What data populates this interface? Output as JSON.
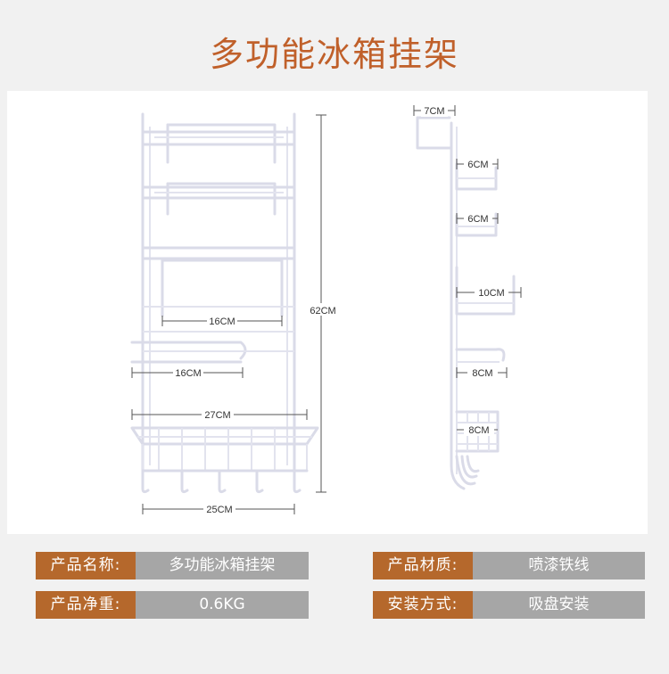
{
  "title": "多功能冰箱挂架",
  "dimensions": {
    "front_height": "62CM",
    "front_shelf_width_1": "16CM",
    "front_shelf_width_2": "16CM",
    "basket_width": "27CM",
    "hook_span": "25CM",
    "side_top_hook": "7CM",
    "side_shelf_1": "6CM",
    "side_shelf_2": "6CM",
    "side_shelf_3": "10CM",
    "side_towel_bar": "8CM",
    "side_basket": "8CM"
  },
  "specs": [
    {
      "label": "产品名称:",
      "value": "多功能冰箱挂架"
    },
    {
      "label": "产品材质:",
      "value": "喷漆铁线"
    },
    {
      "label": "产品净重:",
      "value": "0.6KG"
    },
    {
      "label": "安装方式:",
      "value": "吸盘安装"
    }
  ],
  "colors": {
    "title": "#c0602a",
    "label_bg": "#b5682c",
    "value_bg": "#a6a6a6",
    "background": "#f1f1f1"
  }
}
